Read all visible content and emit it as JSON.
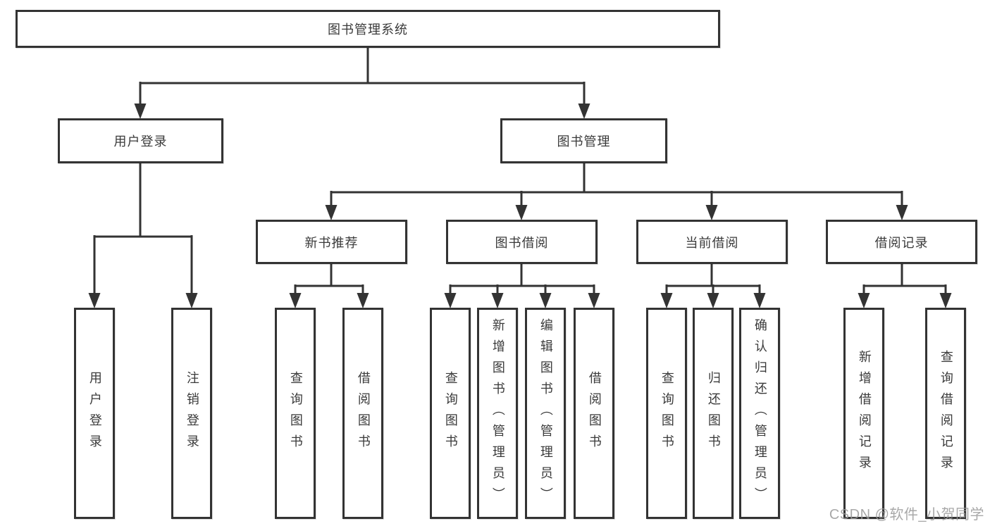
{
  "title": "图书管理系统",
  "watermark": "CSDN @软件_小贺同学",
  "colors": {
    "line": "#333333",
    "text": "#3a3a3a",
    "bg": "#ffffff",
    "watermark": "#9a9a9a"
  },
  "l2": [
    {
      "label": "用户登录",
      "leaves": [
        "用户登录",
        "注销登录"
      ]
    },
    {
      "label": "图书管理"
    }
  ],
  "l3": [
    {
      "label": "新书推荐",
      "leaves": [
        "查询图书",
        "借阅图书"
      ]
    },
    {
      "label": "图书借阅",
      "leaves": [
        "查询图书",
        "新增图书（管理员）",
        "编辑图书（管理员）",
        "借阅图书"
      ]
    },
    {
      "label": "当前借阅",
      "leaves": [
        "查询图书",
        "归还图书",
        "确认归还（管理员）"
      ]
    },
    {
      "label": "借阅记录",
      "leaves": [
        "新增借阅记录",
        "查询借阅记录"
      ]
    }
  ]
}
